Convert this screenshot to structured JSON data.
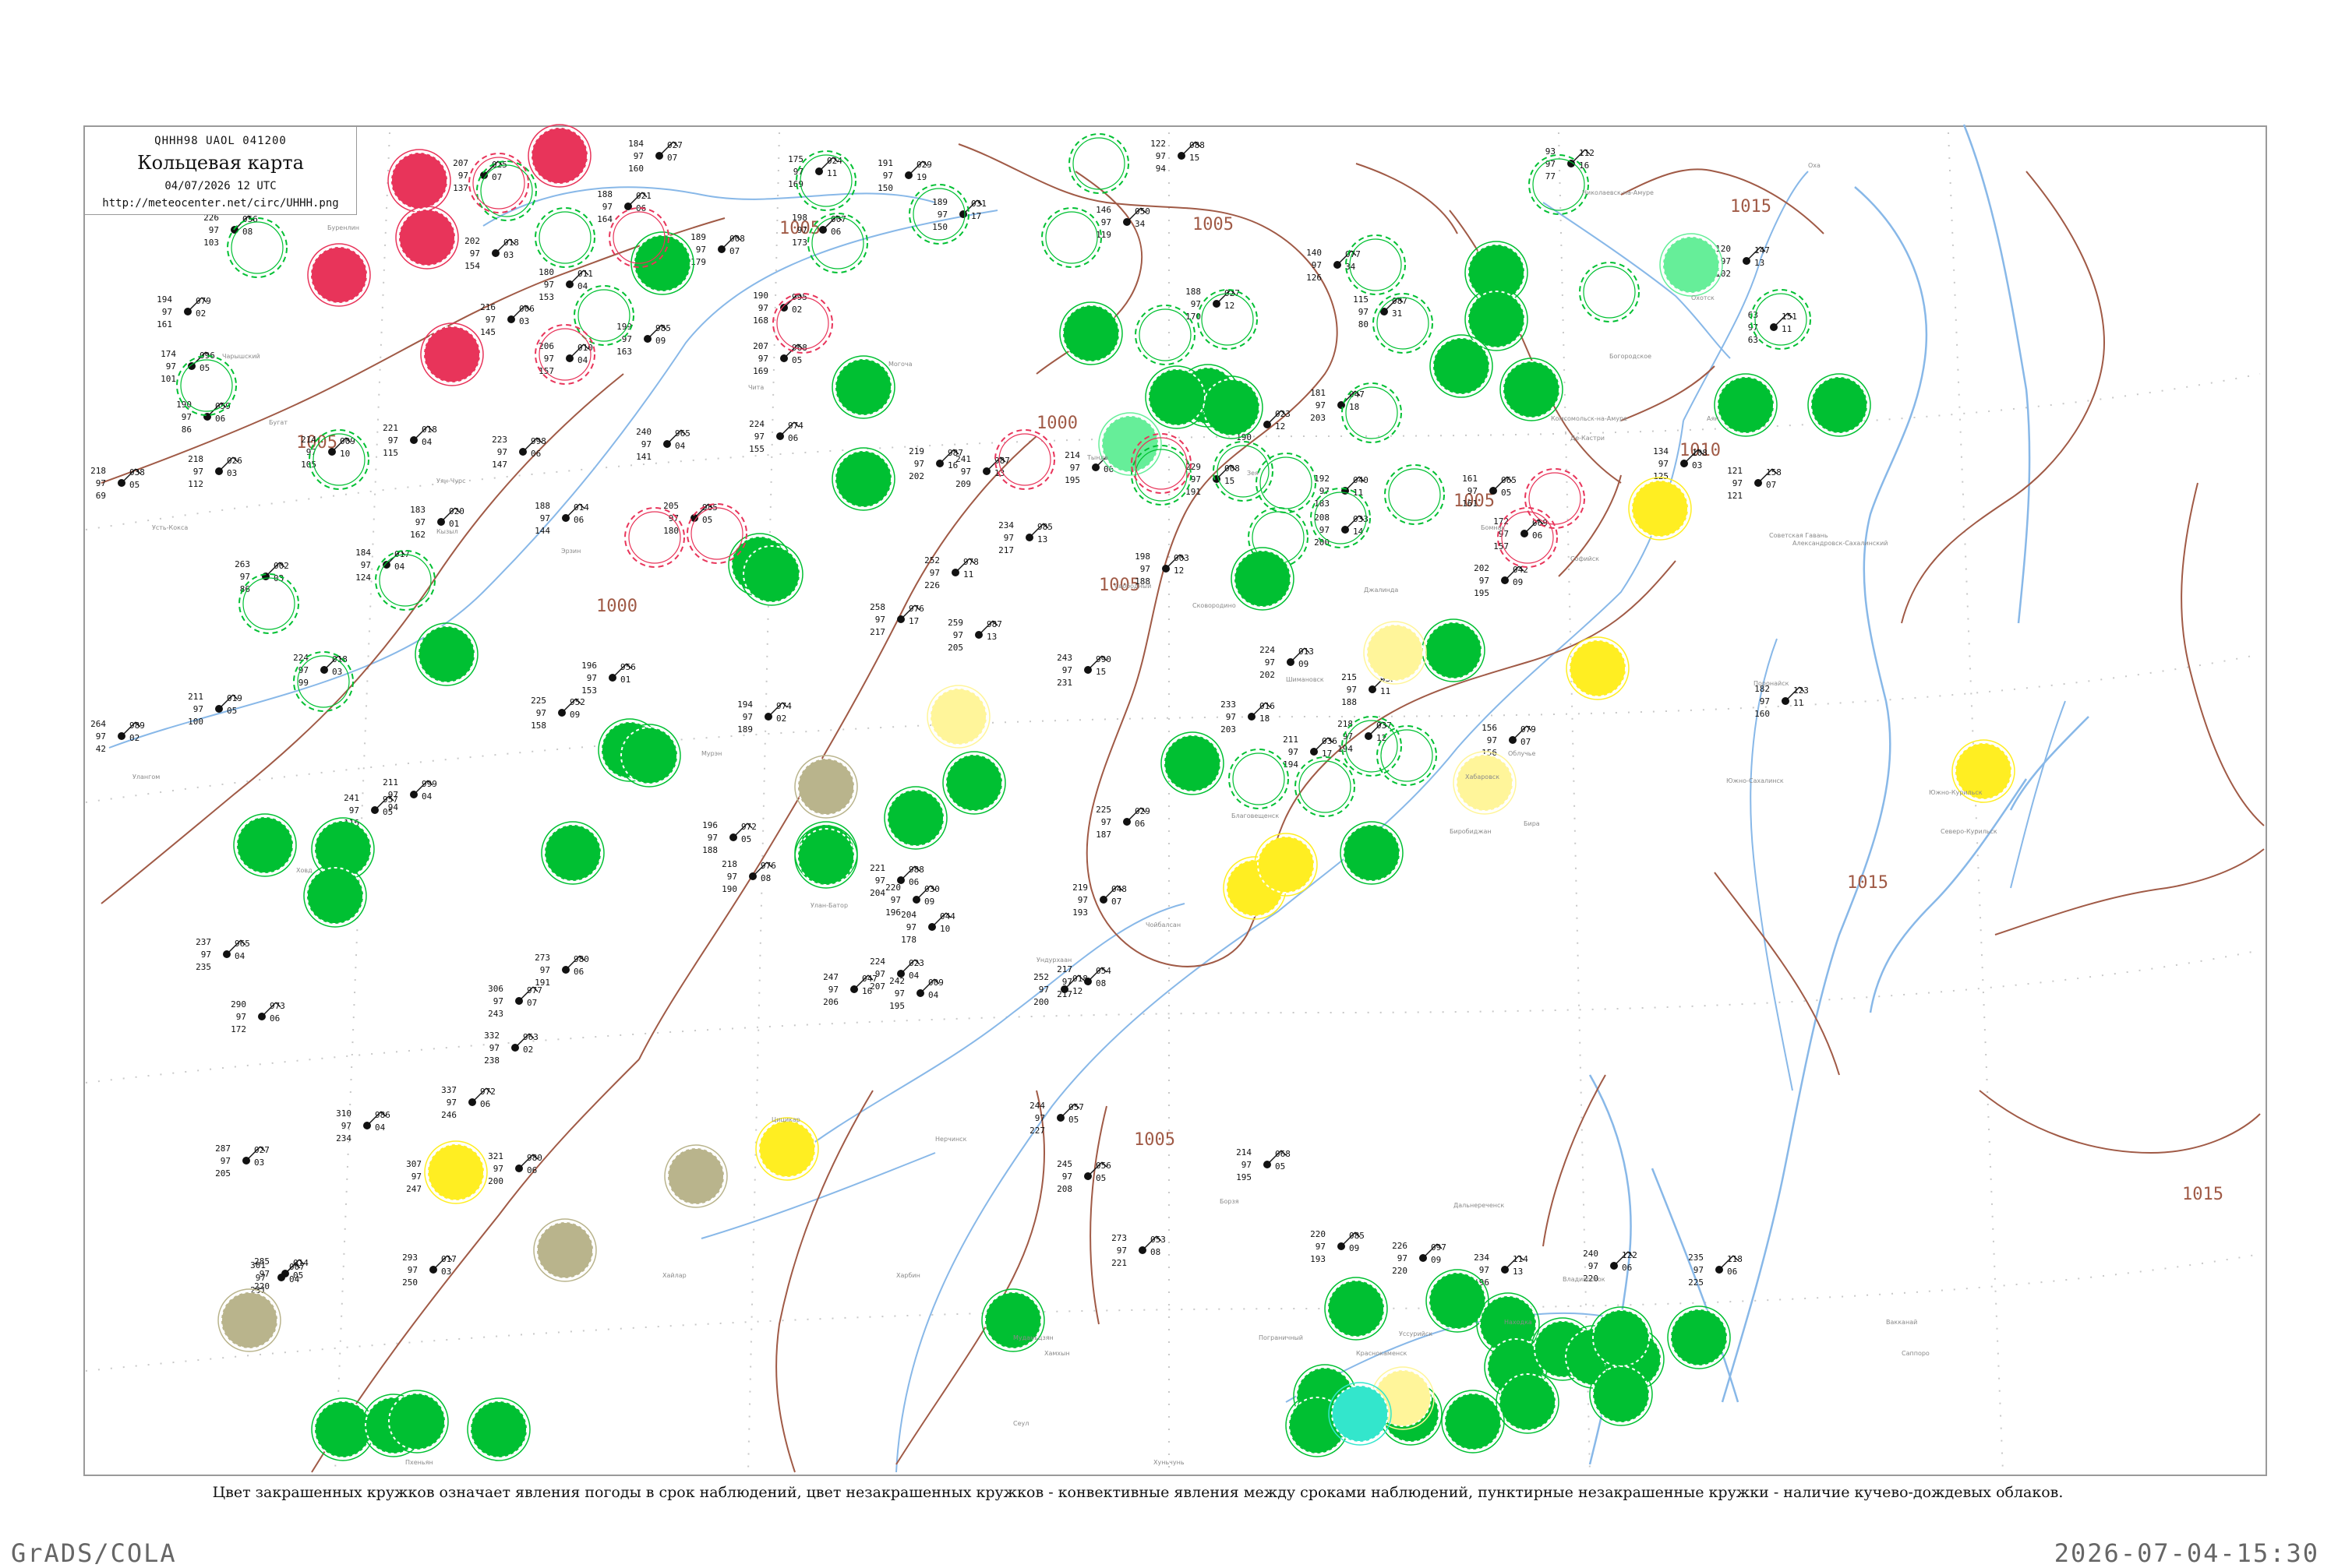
{
  "header": {
    "code": "QHHH98  UAOL  041200",
    "title": "Кольцевая карта",
    "date": "04/07/2026 12 UTC",
    "url": "http://meteocenter.net/circ/UHHH.png"
  },
  "isobar_labels": [
    "1015",
    "1005",
    "1005",
    "1000",
    "1000",
    "1005",
    "1005",
    "1005",
    "1010",
    "1015",
    "1005",
    "1015"
  ],
  "colors": {
    "rain_green": "#00c032",
    "light_green": "#66ee99",
    "thunder_red": "#e8345a",
    "yellow": "#ffee22",
    "pale_yellow": "#fff59a",
    "olive": "#b9b48c",
    "cyan": "#33e6cc",
    "isobar": "#a05a46",
    "river": "#88b8e8"
  },
  "stations": [
    {
      "v": [
        "226",
        "97",
        "103"
      ],
      "r": [
        "056",
        "08"
      ]
    },
    {
      "v": [
        "194",
        "97",
        "161"
      ],
      "r": [
        "079",
        "02"
      ]
    },
    {
      "v": [
        "174",
        "97",
        "101"
      ],
      "r": [
        "096",
        "05"
      ]
    },
    {
      "v": [
        "190",
        "97",
        "86"
      ],
      "r": [
        "059",
        "06"
      ]
    },
    {
      "v": [
        "218",
        "97",
        "69"
      ],
      "r": [
        "038",
        "05"
      ]
    },
    {
      "v": [
        "218",
        "97",
        "112"
      ],
      "r": [
        "026",
        "03"
      ]
    },
    {
      "v": [
        "214",
        "97",
        "105"
      ],
      "r": [
        "009",
        "10"
      ]
    },
    {
      "v": [
        "221",
        "97",
        "115"
      ],
      "r": [
        "018",
        "04"
      ]
    },
    {
      "v": [
        "184",
        "97",
        "124"
      ],
      "r": [
        "017",
        "04"
      ]
    },
    {
      "v": [
        "263",
        "97",
        "86"
      ],
      "r": [
        "002",
        "03"
      ]
    },
    {
      "v": [
        "224",
        "97",
        "99"
      ],
      "r": [
        "018",
        "03"
      ]
    },
    {
      "v": [
        "211",
        "97",
        "100"
      ],
      "r": [
        "019",
        "05"
      ]
    },
    {
      "v": [
        "264",
        "97",
        "42"
      ],
      "r": [
        "989",
        "02"
      ]
    },
    {
      "v": [
        "207",
        "97",
        "137"
      ],
      "r": [
        "025",
        "07"
      ]
    },
    {
      "v": [
        "202",
        "97",
        "154"
      ],
      "r": [
        "018",
        "03"
      ]
    },
    {
      "v": [
        "216",
        "97",
        "145"
      ],
      "r": [
        "006",
        "03"
      ]
    },
    {
      "v": [
        "206",
        "97",
        "157"
      ],
      "r": [
        "010",
        "04"
      ]
    },
    {
      "v": [
        "180",
        "97",
        "153"
      ],
      "r": [
        "011",
        "04"
      ]
    },
    {
      "v": [
        "184",
        "97",
        "160"
      ],
      "r": [
        "027",
        "07"
      ]
    },
    {
      "v": [
        "188",
        "97",
        "164"
      ],
      "r": [
        "021",
        "06"
      ]
    },
    {
      "v": [
        "199",
        "97",
        "163"
      ],
      "r": [
        "985",
        "09"
      ]
    },
    {
      "v": [
        "189",
        "97",
        "179"
      ],
      "r": [
        "008",
        "07"
      ]
    },
    {
      "v": [
        "175",
        "97",
        "169"
      ],
      "r": [
        "024",
        "11"
      ]
    },
    {
      "v": [
        "191",
        "97",
        "150"
      ],
      "r": [
        "029",
        "19"
      ]
    },
    {
      "v": [
        "198",
        "97",
        "173"
      ],
      "r": [
        "007",
        "06"
      ]
    },
    {
      "v": [
        "189",
        "97",
        "150"
      ],
      "r": [
        "031",
        "17"
      ]
    },
    {
      "v": [
        "146",
        "97",
        "119"
      ],
      "r": [
        "050",
        "34"
      ]
    },
    {
      "v": [
        "122",
        "97",
        "94"
      ],
      "r": [
        "088",
        "15"
      ]
    },
    {
      "v": [
        "188",
        "97",
        "170"
      ],
      "r": [
        "027",
        "12"
      ]
    },
    {
      "v": [
        "190",
        "97",
        "168"
      ],
      "r": [
        "995",
        "02"
      ]
    },
    {
      "v": [
        "207",
        "97",
        "169"
      ],
      "r": [
        "968",
        "05"
      ]
    },
    {
      "v": [
        "223",
        "97",
        "147"
      ],
      "r": [
        "998",
        "06"
      ]
    },
    {
      "v": [
        "183",
        "97",
        "162"
      ],
      "r": [
        "020",
        "01"
      ]
    },
    {
      "v": [
        "188",
        "97",
        "144"
      ],
      "r": [
        "014",
        "06"
      ]
    },
    {
      "v": [
        "205",
        "97",
        "180"
      ],
      "r": [
        "985",
        "05"
      ]
    },
    {
      "v": [
        "240",
        "97",
        "141"
      ],
      "r": [
        "965",
        "04"
      ]
    },
    {
      "v": [
        "224",
        "97",
        "155"
      ],
      "r": [
        "974",
        "06"
      ]
    },
    {
      "v": [
        "219",
        "97",
        "202"
      ],
      "r": [
        "987",
        "16"
      ]
    },
    {
      "v": [
        "241",
        "97",
        "209"
      ],
      "r": [
        "987",
        "13"
      ]
    },
    {
      "v": [
        "234",
        "97",
        "217"
      ],
      "r": [
        "985",
        "13"
      ]
    },
    {
      "v": [
        "252",
        "97",
        "226"
      ],
      "r": [
        "978",
        "11"
      ]
    },
    {
      "v": [
        "258",
        "97",
        "217"
      ],
      "r": [
        "976",
        "17"
      ]
    },
    {
      "v": [
        "259",
        "97",
        "205"
      ],
      "r": [
        "987",
        "13"
      ]
    },
    {
      "v": [
        "243",
        "97",
        "231"
      ],
      "r": [
        "990",
        "15"
      ]
    },
    {
      "v": [
        "214",
        "97",
        "195"
      ],
      "r": [
        "996",
        "06"
      ]
    },
    {
      "v": [
        "198",
        "97",
        "188"
      ],
      "r": [
        "003",
        "12"
      ]
    },
    {
      "v": [
        "229",
        "97",
        "191"
      ],
      "r": [
        "008",
        "15"
      ]
    },
    {
      "v": [
        "203",
        "97",
        "190"
      ],
      "r": [
        "023",
        "12"
      ]
    },
    {
      "v": [
        "181",
        "97",
        "203"
      ],
      "r": [
        "047",
        "18"
      ]
    },
    {
      "v": [
        "192",
        "97",
        "183"
      ],
      "r": [
        "040",
        "11"
      ]
    },
    {
      "v": [
        "208",
        "97",
        "200"
      ],
      "r": [
        "033",
        "14"
      ]
    },
    {
      "v": [
        "140",
        "97",
        "126"
      ],
      "r": [
        "077",
        "34"
      ]
    },
    {
      "v": [
        "115",
        "97",
        "80"
      ],
      "r": [
        "087",
        "31"
      ]
    },
    {
      "v": [
        "161",
        "97",
        "161"
      ],
      "r": [
        "065",
        "05"
      ]
    },
    {
      "v": [
        "172",
        "97",
        "157"
      ],
      "r": [
        "069",
        "06"
      ]
    },
    {
      "v": [
        "134",
        "97",
        "125"
      ],
      "r": [
        "108",
        "03"
      ]
    },
    {
      "v": [
        "63",
        "97",
        "63"
      ],
      "r": [
        "151",
        "11"
      ]
    },
    {
      "v": [
        "121",
        "97",
        "121"
      ],
      "r": [
        "158",
        "07"
      ]
    },
    {
      "v": [
        "93",
        "97",
        "77"
      ],
      "r": [
        "112",
        "16"
      ]
    },
    {
      "v": [
        "120",
        "97",
        "102"
      ],
      "r": [
        "147",
        "13"
      ]
    },
    {
      "v": [
        "202",
        "97",
        "195"
      ],
      "r": [
        "042",
        "09"
      ]
    },
    {
      "v": [
        "233",
        "97",
        "203"
      ],
      "r": [
        "016",
        "18"
      ]
    },
    {
      "v": [
        "224",
        "97",
        "202"
      ],
      "r": [
        "013",
        "09"
      ]
    },
    {
      "v": [
        "211",
        "97",
        "194"
      ],
      "r": [
        "036",
        "17"
      ]
    },
    {
      "v": [
        "215",
        "97",
        "188"
      ],
      "r": [
        "035",
        "11"
      ]
    },
    {
      "v": [
        "218",
        "97",
        "194"
      ],
      "r": [
        "037",
        "12"
      ]
    },
    {
      "v": [
        "156",
        "97",
        "156"
      ],
      "r": [
        "079",
        "07"
      ]
    },
    {
      "v": [
        "182",
        "97",
        "160"
      ],
      "r": [
        "123",
        "11"
      ]
    },
    {
      "v": [
        "196",
        "97",
        "153"
      ],
      "r": [
        "956",
        "01"
      ]
    },
    {
      "v": [
        "194",
        "97",
        "189"
      ],
      "r": [
        "974",
        "02"
      ]
    },
    {
      "v": [
        "225",
        "97",
        "158"
      ],
      "r": [
        "952",
        "09"
      ]
    },
    {
      "v": [
        "211",
        "97",
        "94"
      ],
      "r": [
        "999",
        "04"
      ]
    },
    {
      "v": [
        "241",
        "97",
        "116"
      ],
      "r": [
        "957",
        "05"
      ]
    },
    {
      "v": [
        "196",
        "97",
        "188"
      ],
      "r": [
        "972",
        "05"
      ]
    },
    {
      "v": [
        "218",
        "97",
        "190"
      ],
      "r": [
        "976",
        "08"
      ]
    },
    {
      "v": [
        "221",
        "97",
        "204"
      ],
      "r": [
        "988",
        "06"
      ]
    },
    {
      "v": [
        "225",
        "97",
        "187"
      ],
      "r": [
        "029",
        "06"
      ]
    },
    {
      "v": [
        "219",
        "97",
        "193"
      ],
      "r": [
        "048",
        "07"
      ]
    },
    {
      "v": [
        "217",
        "97",
        "217"
      ],
      "r": [
        "054",
        "08"
      ]
    },
    {
      "v": [
        "204",
        "97",
        "178"
      ],
      "r": [
        "044",
        "10"
      ]
    },
    {
      "v": [
        "220",
        "97",
        "196"
      ],
      "r": [
        "030",
        "09"
      ]
    },
    {
      "v": [
        "224",
        "97",
        "207"
      ],
      "r": [
        "023",
        "04"
      ]
    },
    {
      "v": [
        "252",
        "97",
        "200"
      ],
      "r": [
        "018",
        "12"
      ]
    },
    {
      "v": [
        "242",
        "97",
        "195"
      ],
      "r": [
        "009",
        "04"
      ]
    },
    {
      "v": [
        "247",
        "97",
        "206"
      ],
      "r": [
        "047",
        "16"
      ]
    },
    {
      "v": [
        "237",
        "97",
        "235"
      ],
      "r": [
        "965",
        "04"
      ]
    },
    {
      "v": [
        "290",
        "97",
        "172"
      ],
      "r": [
        "973",
        "06"
      ]
    },
    {
      "v": [
        "273",
        "97",
        "191"
      ],
      "r": [
        "980",
        "06"
      ]
    },
    {
      "v": [
        "306",
        "97",
        "243"
      ],
      "r": [
        "977",
        "07"
      ]
    },
    {
      "v": [
        "332",
        "97",
        "238"
      ],
      "r": [
        "963",
        "02"
      ]
    },
    {
      "v": [
        "337",
        "97",
        "246"
      ],
      "r": [
        "972",
        "06"
      ]
    },
    {
      "v": [
        "310",
        "97",
        "234"
      ],
      "r": [
        "986",
        "04"
      ]
    },
    {
      "v": [
        "321",
        "97",
        "200"
      ],
      "r": [
        "980",
        "06"
      ]
    },
    {
      "v": [
        "307",
        "97",
        "247"
      ],
      "r": [
        "994",
        "01"
      ]
    },
    {
      "v": [
        "287",
        "97",
        "205"
      ],
      "r": [
        "027",
        "03"
      ]
    },
    {
      "v": [
        "285",
        "97",
        "220"
      ],
      "r": [
        "014",
        "05"
      ]
    },
    {
      "v": [
        "301",
        "97",
        "231"
      ],
      "r": [
        "007",
        "04"
      ]
    },
    {
      "v": [
        "293",
        "97",
        "250"
      ],
      "r": [
        "017",
        "03"
      ]
    },
    {
      "v": [
        "244",
        "97",
        "227"
      ],
      "r": [
        "057",
        "05"
      ]
    },
    {
      "v": [
        "245",
        "97",
        "208"
      ],
      "r": [
        "056",
        "05"
      ]
    },
    {
      "v": [
        "273",
        "97",
        "221"
      ],
      "r": [
        "053",
        "08"
      ]
    },
    {
      "v": [
        "214",
        "97",
        "195"
      ],
      "r": [
        "068",
        "05"
      ]
    },
    {
      "v": [
        "220",
        "97",
        "193"
      ],
      "r": [
        "085",
        "09"
      ]
    },
    {
      "v": [
        "226",
        "97",
        "220"
      ],
      "r": [
        "097",
        "09"
      ]
    },
    {
      "v": [
        "234",
        "97",
        "196"
      ],
      "r": [
        "114",
        "13"
      ]
    },
    {
      "v": [
        "240",
        "97",
        "220"
      ],
      "r": [
        "122",
        "06"
      ]
    },
    {
      "v": [
        "235",
        "97",
        "225"
      ],
      "r": [
        "118",
        "06"
      ]
    }
  ],
  "place_labels": [
    "Буренлин",
    "Чарышский",
    "Уян-Чурс",
    "Бугат",
    "Усть-Кокса",
    "Кызыл",
    "Эрзин",
    "Улангом",
    "Ховд",
    "Мурэн",
    "Улан-Батор",
    "Чойбалсан",
    "Ундурхаан",
    "Хайлар",
    "Цицикар",
    "Харбин",
    "Муданьцзян",
    "Хабаровск",
    "Благовещенск",
    "Чита",
    "Могоча",
    "Тында",
    "Зея",
    "Бомнак",
    "Джалинда",
    "Сковородино",
    "Шимановск",
    "Свободный",
    "Биробиджан",
    "Бира",
    "Облучье",
    "Николаевск-на-Амуре",
    "Комсомольск-на-Амуре",
    "Советская Гавань",
    "Южно-Сахалинск",
    "Оха",
    "Александровск-Сахалинский",
    "Поронайск",
    "Владивосток",
    "Находка",
    "Уссурийск",
    "Пограничный",
    "Дальнереченск",
    "Южно-Курильск",
    "Северо-Курильск",
    "Охотск",
    "Аян",
    "Богородское",
    "Де-Кастри",
    "Софийск",
    "Нерчинск",
    "Борзя",
    "Краснокаменск",
    "Хуньчунь",
    "Сеул",
    "Пхеньян",
    "Хамхын",
    "Вакканай",
    "Саппоро"
  ],
  "caption": "Цвет закрашенных кружков означает явления погоды в срок наблюдений, цвет незакрашенных кружков - конвективные явления между сроками наблюдений, пунктирные незакрашенные кружки - наличие кучево-дождевых облаков.",
  "footer": {
    "left": "GrADS/COLA",
    "right": "2026-07-04-15:30"
  }
}
